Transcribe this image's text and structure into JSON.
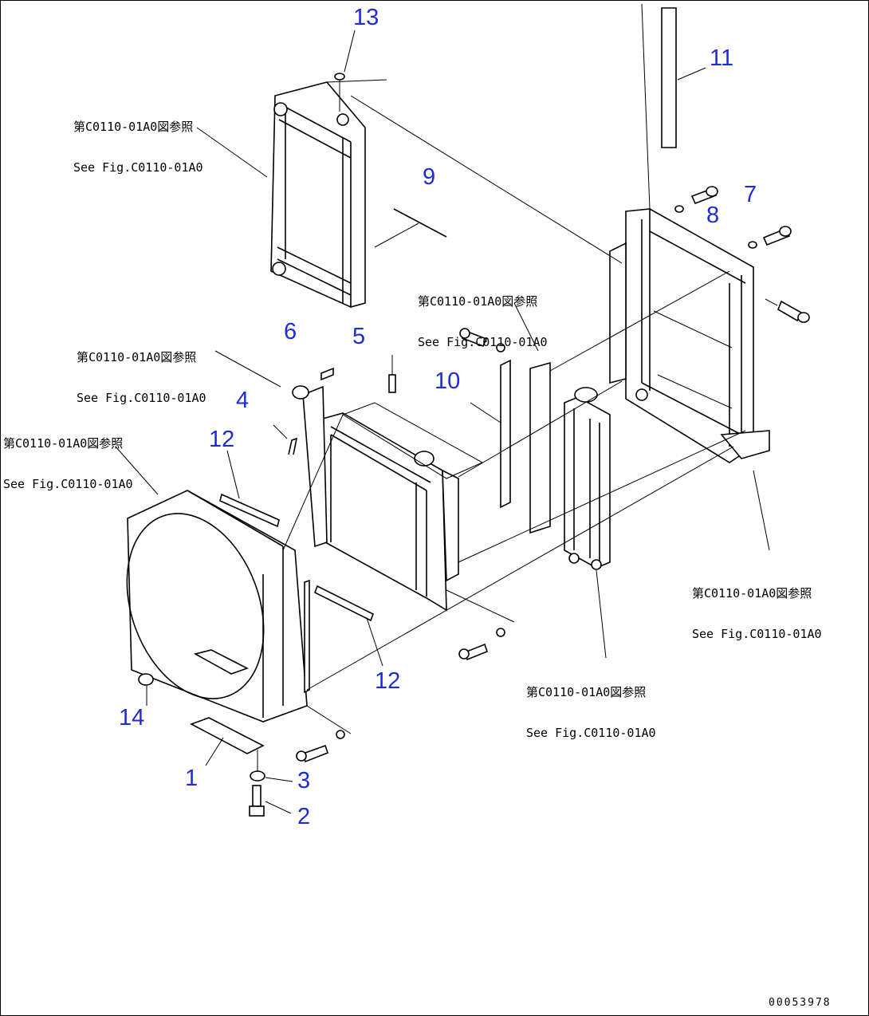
{
  "callouts": {
    "c1": "1",
    "c2": "2",
    "c3": "3",
    "c4": "4",
    "c5": "5",
    "c6": "6",
    "c7": "7",
    "c8": "8",
    "c9": "9",
    "c10": "10",
    "c11": "11",
    "c12a": "12",
    "c12b": "12",
    "c13": "13",
    "c14": "14"
  },
  "references": {
    "radiator": {
      "jp": "第C0110-01A0図参照",
      "en": "See Fig.C0110-01A0"
    },
    "radiator_lower": {
      "jp": "第C0110-01A0図参照",
      "en": "See Fig.C0110-01A0"
    },
    "shroud": {
      "jp": "第C0110-01A0図参照",
      "en": "See Fig.C0110-01A0"
    },
    "aftercooler": {
      "jp": "第C0110-01A0図参照",
      "en": "See Fig.C0110-01A0"
    },
    "frame": {
      "jp": "第C0110-01A0図参照",
      "en": "See Fig.C0110-01A0"
    },
    "oil_cooler": {
      "jp": "第C0110-01A0図参照",
      "en": "See Fig.C0110-01A0"
    }
  },
  "doc_number": "00053978",
  "colors": {
    "callout": "#1f2bd6",
    "line": "#000000",
    "background": "#ffffff"
  }
}
